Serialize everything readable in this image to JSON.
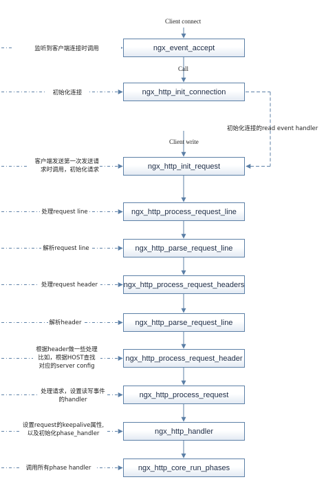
{
  "top_labels": {
    "client_connect": "Client connect",
    "call": "Call",
    "client_write": "Client write",
    "side_handler": "初始化连接的read event handler"
  },
  "nodes": [
    {
      "label": "ngx_event_accept",
      "note": [
        "监听到客户端连接时调用"
      ]
    },
    {
      "label": "ngx_http_init_connection",
      "note": [
        "初始化连接"
      ]
    },
    {
      "label": "ngx_http_init_request",
      "note": [
        "客户端发送第一次发送请",
        "求时调用，初始化请求"
      ]
    },
    {
      "label": "ngx_http_process_request_line",
      "note": [
        "处理request line"
      ]
    },
    {
      "label": "ngx_http_parse_request_line",
      "note": [
        "解析request line"
      ]
    },
    {
      "label": "ngx_http_process_request_headers",
      "note": [
        "处理request header"
      ]
    },
    {
      "label": "ngx_http_parse_request_line",
      "note": [
        "解析header"
      ]
    },
    {
      "label": "ngx_http_process_request_header",
      "note": [
        "根据header做一些处理",
        "比如，根据HOST查找",
        "对应的server config"
      ]
    },
    {
      "label": "ngx_http_process_request",
      "note": [
        "处理请求，设置读写事件",
        "的handler"
      ]
    },
    {
      "label": "ngx_http_handler",
      "note": [
        "设置request的keepalive属性,",
        "以及初始化phase_handler"
      ]
    },
    {
      "label": "ngx_http_core_run_phases",
      "note": [
        "调用所有phase handler"
      ]
    }
  ]
}
